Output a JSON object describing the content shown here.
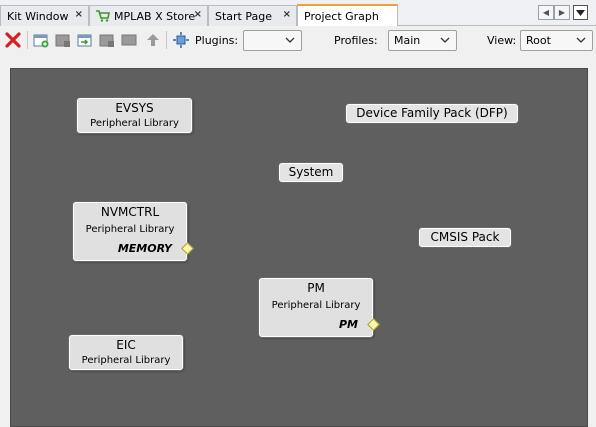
{
  "tabs": [
    {
      "label": "Kit Window",
      "close": "×"
    },
    {
      "label": "MPLAB X Store",
      "close": "×"
    },
    {
      "label": "Start Page",
      "close": "×"
    },
    {
      "label": "Project Graph",
      "close": "×"
    }
  ],
  "toolbar": {
    "plugins_label": "Plugins:",
    "plugins_value": "",
    "profiles_label": "Profiles:",
    "profiles_value": "Main",
    "view_label": "View:",
    "view_value": "Root"
  },
  "graph": {
    "evsys": {
      "title": "EVSYS",
      "sub": "Peripheral Library"
    },
    "dfp": {
      "title": "Device Family Pack (DFP)"
    },
    "system": {
      "title": "System"
    },
    "nvmctrl": {
      "title": "NVMCTRL",
      "sub": "Peripheral Library",
      "tag": "MEMORY"
    },
    "cmsis": {
      "title": "CMSIS Pack"
    },
    "pm": {
      "title": "PM",
      "sub": "Peripheral Library",
      "tag": "PM"
    },
    "eic": {
      "title": "EIC",
      "sub": "Peripheral Library"
    }
  },
  "colors": {
    "canvas": "#5f5f5f",
    "node": "#e0e0e0",
    "active_tab_accent": "#f0a030",
    "delete_red": "#d42020",
    "port": "#fff7a8"
  }
}
